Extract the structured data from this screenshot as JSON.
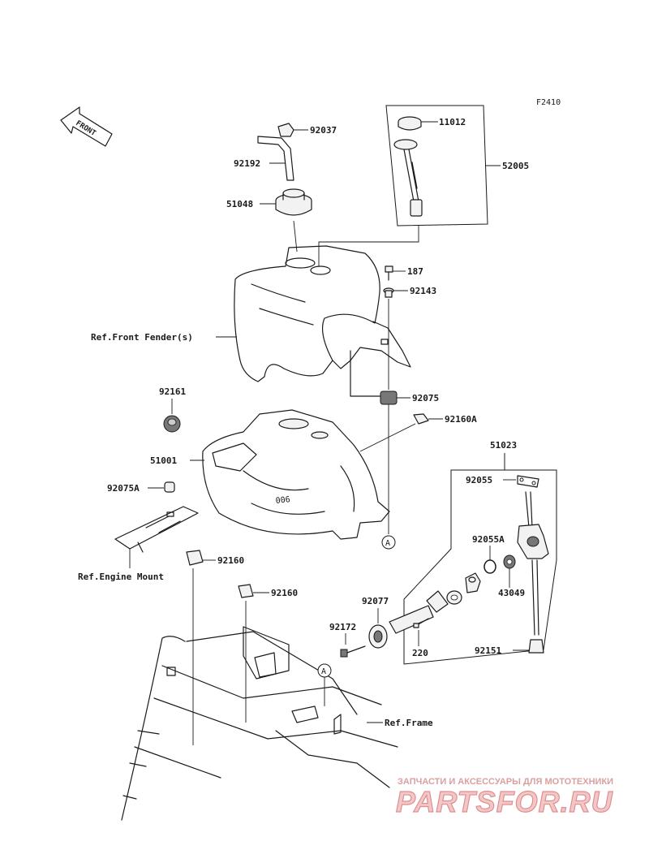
{
  "figure_id": "F2410",
  "front_label": "FRONT",
  "callout_a": "A",
  "parts": {
    "p92037": "92037",
    "p92192": "92192",
    "p51048": "51048",
    "p11012": "11012",
    "p52005": "52005",
    "p187": "187",
    "p92143": "92143",
    "p92075": "92075",
    "p92161": "92161",
    "p92160A": "92160A",
    "p51001": "51001",
    "p51023": "51023",
    "p92075A": "92075A",
    "p92055": "92055",
    "p92055A": "92055A",
    "p43049": "43049",
    "p92160_a": "92160",
    "p92160_b": "92160",
    "p92077": "92077",
    "p92172": "92172",
    "p220": "220",
    "p92151": "92151"
  },
  "refs": {
    "front_fender": "Ref.Front Fender(s)",
    "engine_mount": "Ref.Engine Mount",
    "frame": "Ref.Frame"
  },
  "watermark": {
    "tagline": "ЗАПЧАСТИ И АКСЕССУАРЫ ДЛЯ МОТОТЕХНИКИ",
    "brand": "PARTSFOR.RU"
  }
}
